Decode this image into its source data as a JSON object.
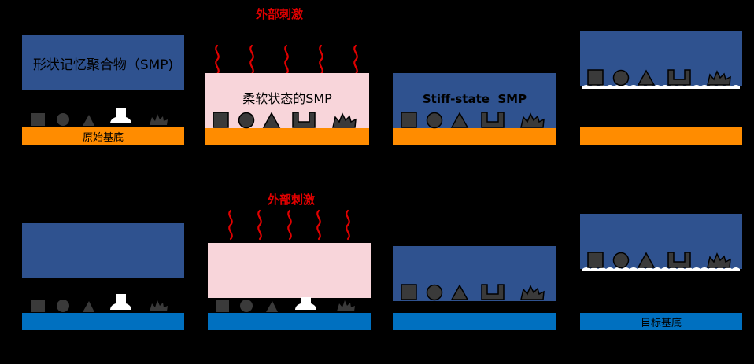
{
  "labels": {
    "smp_title": "形状记忆聚合物（SMP)",
    "soft_smp": "柔软状态的SMP",
    "stiff_smp": "Stiff-state  SMP",
    "original_substrate": "原始基底",
    "target_substrate": "目标基底",
    "stimulus_top": "外部刺激",
    "stimulus_bottom": "外部刺激"
  },
  "colors": {
    "smp_blue": "#2f528f",
    "soft_pink": "#f8d5da",
    "substrate_orange": "#ff8c00",
    "substrate_blue": "#0070c0",
    "stimulus_red": "#e00000",
    "object_gray": "#3a3a3a",
    "object_white": "#ffffff"
  },
  "objects": [
    "square",
    "circle",
    "triangle",
    "u-shape",
    "jagged-shape"
  ]
}
